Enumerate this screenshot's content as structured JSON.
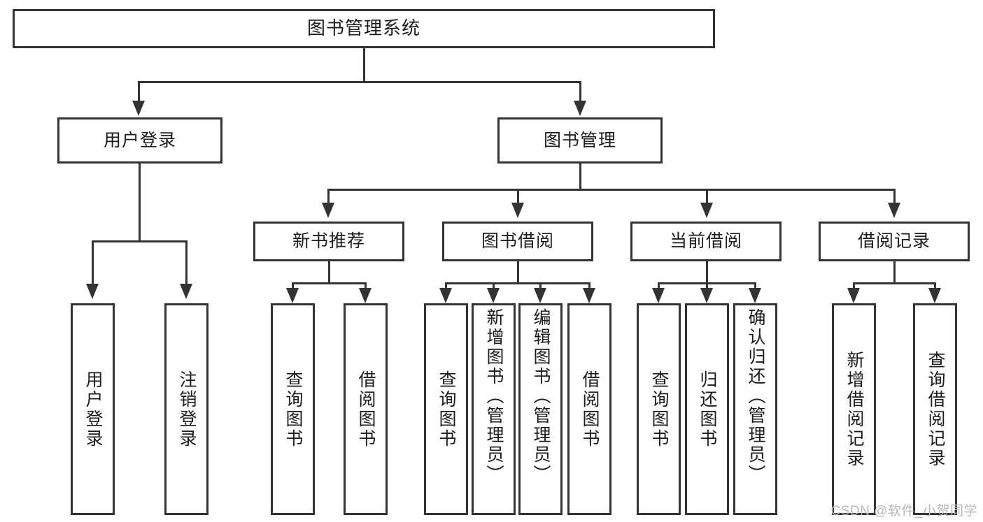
{
  "diagram": {
    "title": "图书管理系统",
    "type": "tree",
    "root": {
      "id": "root",
      "label": "图书管理系统"
    },
    "level2": [
      {
        "id": "user-login",
        "label": "用户登录"
      },
      {
        "id": "book-manage",
        "label": "图书管理"
      }
    ],
    "level3": [
      {
        "id": "new-book-recommend",
        "label": "新书推荐",
        "parent": "book-manage"
      },
      {
        "id": "book-borrow",
        "label": "图书借阅",
        "parent": "book-manage"
      },
      {
        "id": "current-borrow",
        "label": "当前借阅",
        "parent": "book-manage"
      },
      {
        "id": "borrow-record",
        "label": "借阅记录",
        "parent": "book-manage"
      }
    ],
    "leaves": {
      "user-login": [
        {
          "id": "leaf-user-login",
          "label": "用户登录"
        },
        {
          "id": "leaf-user-logout",
          "label": "注销登录"
        }
      ],
      "new-book-recommend": [
        {
          "id": "leaf-query-book-1",
          "label": "查询图书"
        },
        {
          "id": "leaf-borrow-book-1",
          "label": "借阅图书"
        }
      ],
      "book-borrow": [
        {
          "id": "leaf-query-book-2",
          "label": "查询图书"
        },
        {
          "id": "leaf-add-book",
          "label": "新增图书（管理员）"
        },
        {
          "id": "leaf-edit-book",
          "label": "编辑图书（管理员）"
        },
        {
          "id": "leaf-borrow-book-2",
          "label": "借阅图书"
        }
      ],
      "current-borrow": [
        {
          "id": "leaf-query-book-3",
          "label": "查询图书"
        },
        {
          "id": "leaf-return-book",
          "label": "归还图书"
        },
        {
          "id": "leaf-confirm-return",
          "label": "确认归还（管理员）"
        }
      ],
      "borrow-record": [
        {
          "id": "leaf-add-record",
          "label": "新增借阅记录"
        },
        {
          "id": "leaf-query-record",
          "label": "查询借阅记录"
        }
      ]
    }
  },
  "watermark": {
    "text": "CSDN @软件_小贺同学"
  },
  "colors": {
    "stroke": "#333333",
    "background": "#ffffff",
    "text": "#1c1c1c",
    "watermark": "#b8b8b8"
  }
}
